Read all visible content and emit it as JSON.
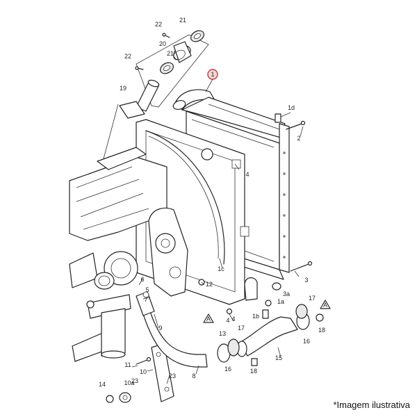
{
  "caption": "*Imagem ilustrativa",
  "highlight_color": "#c33b3b",
  "callouts": [
    "22",
    "21",
    "20",
    "22",
    "21",
    "19",
    "1",
    "1d",
    "2",
    "4",
    "4",
    "1c",
    "3",
    "12",
    "5",
    "6",
    "7",
    "9",
    "4",
    "1a",
    "3a",
    "1b",
    "17",
    "16",
    "18",
    "13",
    "17",
    "16",
    "18",
    "15",
    "11",
    "10",
    "8",
    "23",
    "14",
    "10a",
    "23"
  ],
  "warning_symbol": "A"
}
